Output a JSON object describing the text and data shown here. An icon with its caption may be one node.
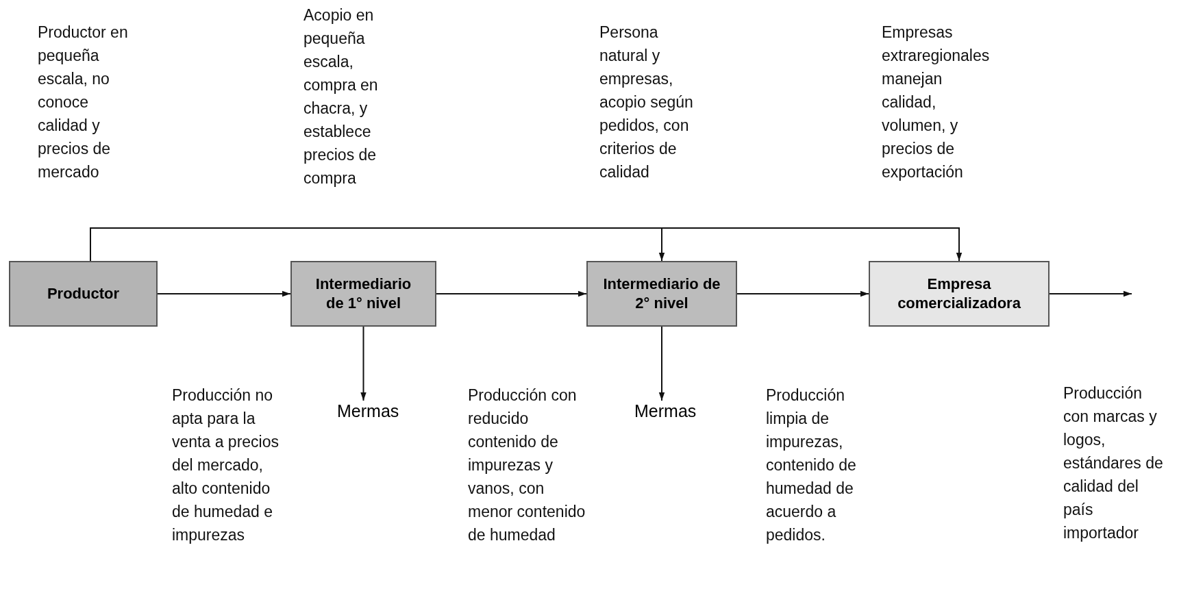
{
  "diagram": {
    "nodes": [
      {
        "text": [
          "Productor"
        ]
      },
      {
        "text": [
          "Intermediario de 1° nivel"
        ]
      },
      {
        "text": [
          "Intermediario de 2° nivel"
        ]
      },
      {
        "text": [
          "Empresa comercializadora"
        ]
      },
      {
        "text": [
          "Mermas"
        ]
      },
      {
        "text": [
          "Mermas"
        ]
      }
    ],
    "edges": [
      {
        "from": 0,
        "to": 1,
        "arrow": "to"
      },
      {
        "from": 1,
        "to": 2,
        "arrow": "to"
      },
      {
        "from": 2,
        "to": 3,
        "arrow": "to"
      },
      {
        "from": 3,
        "to": null,
        "arrow": "to"
      },
      {
        "from": 0,
        "to": 2,
        "arrow": "to"
      },
      {
        "from": 0,
        "to": 3,
        "arrow": "to"
      },
      {
        "from": 1,
        "to": 4,
        "arrow": "to"
      },
      {
        "from": 2,
        "to": 5,
        "arrow": "to"
      }
    ],
    "labels": [
      "Productor en pequeña escala, no conoce calidad  y precios de mercado",
      "Acopio en pequeña escala, compra en chacra, y establece precios de compra",
      "Persona natural y empresas, acopio según pedidos, con criterios de calidad",
      "Empresas extraregionales manejan calidad, volumen, y precios de exportación",
      "Producción no apta para la venta a precios del mercado, alto contenido de humedad e impurezas",
      "Producción con reducido contenido de impurezas y vanos, con menor contenido de humedad",
      "Producción limpia de impurezas, contenido de humedad de acuerdo a pedidos.",
      "Producción con marcas y logos, estándares de calidad del país importador"
    ]
  }
}
